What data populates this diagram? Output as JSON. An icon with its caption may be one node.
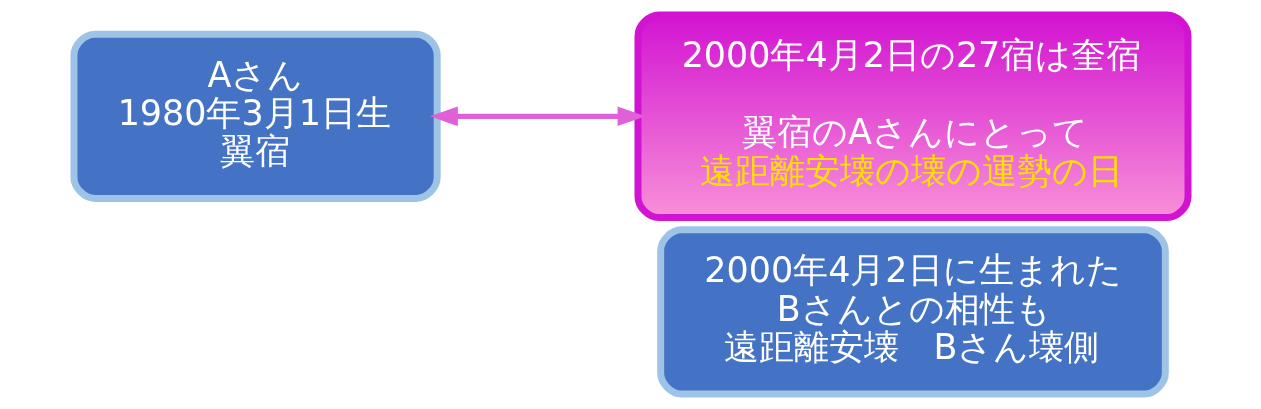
{
  "diagram": {
    "nodes": [
      {
        "text": [
          "Aさん",
          "1980年3月1日生",
          "翼宿"
        ]
      },
      {
        "text": [
          "2000年4月2日の27宿は奎宿",
          "翼宿のAさんにとって",
          "遠距離安壊の壊の運勢の日"
        ]
      },
      {
        "text": [
          "2000年4月2日に生まれた",
          "Bさんとの相性も",
          "遠距離安壊　Bさん壊側"
        ]
      }
    ],
    "edges": [
      {
        "from": 0,
        "to": 1,
        "arrow": "both",
        "color": "#e060d8"
      }
    ]
  }
}
